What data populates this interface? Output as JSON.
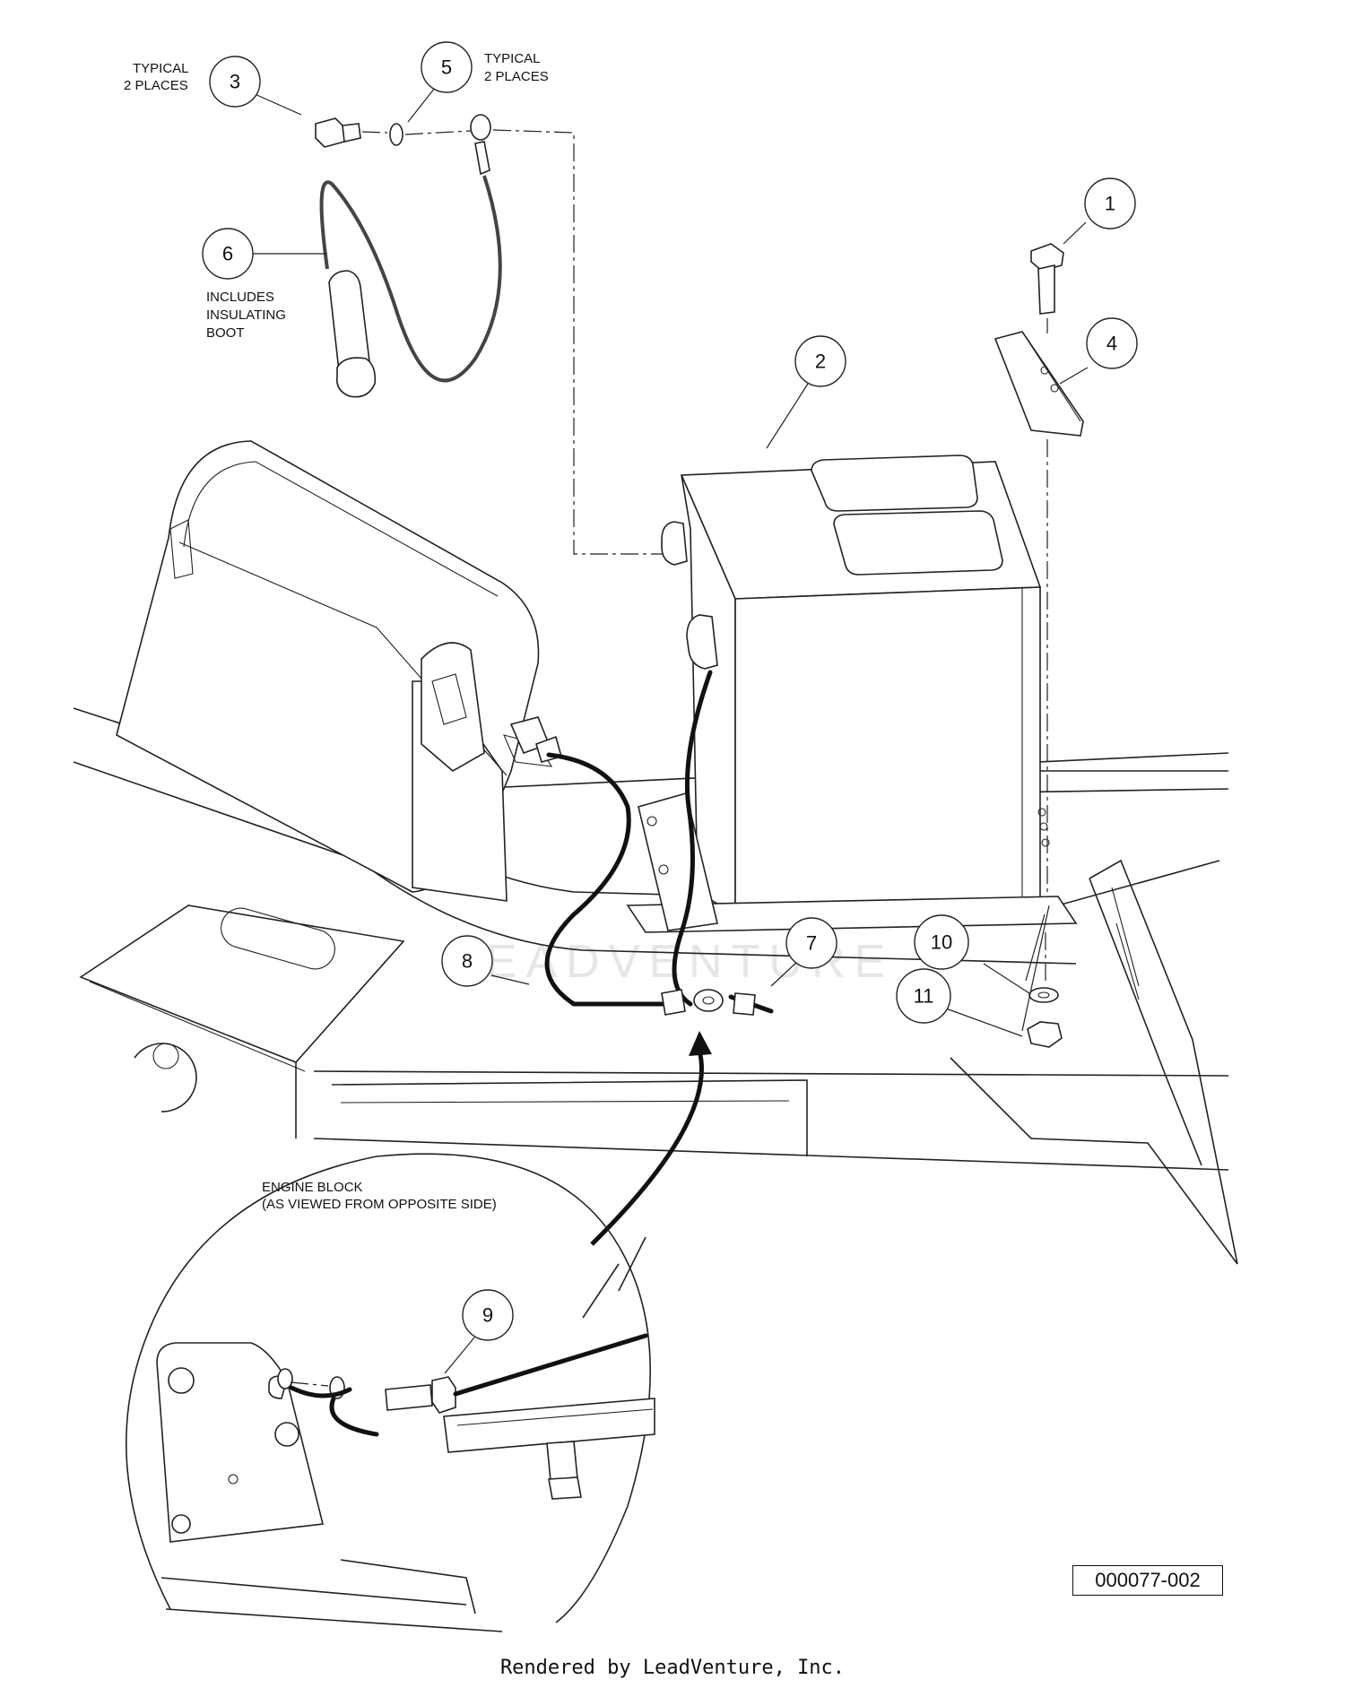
{
  "diagram": {
    "watermark": "LEADVENTURE",
    "callouts": [
      "1",
      "2",
      "3",
      "4",
      "5",
      "6",
      "7",
      "8",
      "9",
      "10",
      "11"
    ],
    "notes": {
      "typical_left_line1": "TYPICAL",
      "typical_left_line2": "2 PLACES",
      "typical_right_line1": "TYPICAL",
      "typical_right_line2": "2 PLACES",
      "boot_line1": "INCLUDES",
      "boot_line2": "INSULATING",
      "boot_line3": "BOOT",
      "engine_line1": "ENGINE BLOCK",
      "engine_line2": "(AS VIEWED FROM OPPOSITE SIDE)"
    },
    "part_number": "000077-002"
  },
  "footer": {
    "rendered_by": "Rendered by LeadVenture, Inc."
  },
  "colors": {
    "ink": "#111111",
    "background": "#ffffff",
    "watermark": "#e6e6e6"
  }
}
